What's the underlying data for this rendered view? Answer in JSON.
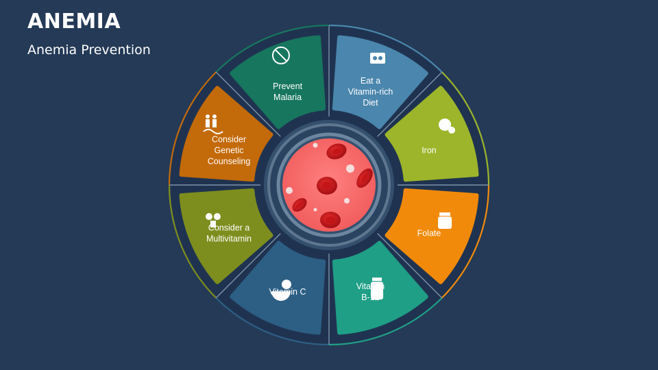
{
  "header": {
    "title": "ANEMIA",
    "subtitle": "Anemia Prevention"
  },
  "segments": [
    {
      "lines": [
        "Eat a",
        "Vitamin-rich",
        "Diet"
      ],
      "color": "#4a86ad",
      "icon": "food-plate-icon"
    },
    {
      "lines": [
        "Iron"
      ],
      "color": "#9db52a",
      "icon": "iron-food-icon"
    },
    {
      "lines": [
        "Folate"
      ],
      "color": "#f18a0a",
      "icon": "b9-bottle-icon"
    },
    {
      "lines": [
        "Vitamin",
        "B-12"
      ],
      "color": "#1f9f86",
      "icon": "b12-bottle-icon"
    },
    {
      "lines": [
        "Vitamin C"
      ],
      "color": "#2d5f85",
      "icon": "citrus-slice-icon"
    },
    {
      "lines": [
        "Consider a",
        "Multivitamin"
      ],
      "color": "#7e8e1e",
      "icon": "multivitamin-icon"
    },
    {
      "lines": [
        "Consider",
        "Genetic",
        "Counseling"
      ],
      "color": "#c36a0a",
      "icon": "family-dna-icon"
    },
    {
      "lines": [
        "Prevent",
        "Malaria"
      ],
      "color": "#17765e",
      "icon": "no-mosquito-icon"
    }
  ],
  "center": {
    "color": "#f26b6b",
    "icon": "red-blood-cells-icon"
  },
  "colors": {
    "background": "#243a56",
    "ring": "#3a4f66"
  }
}
